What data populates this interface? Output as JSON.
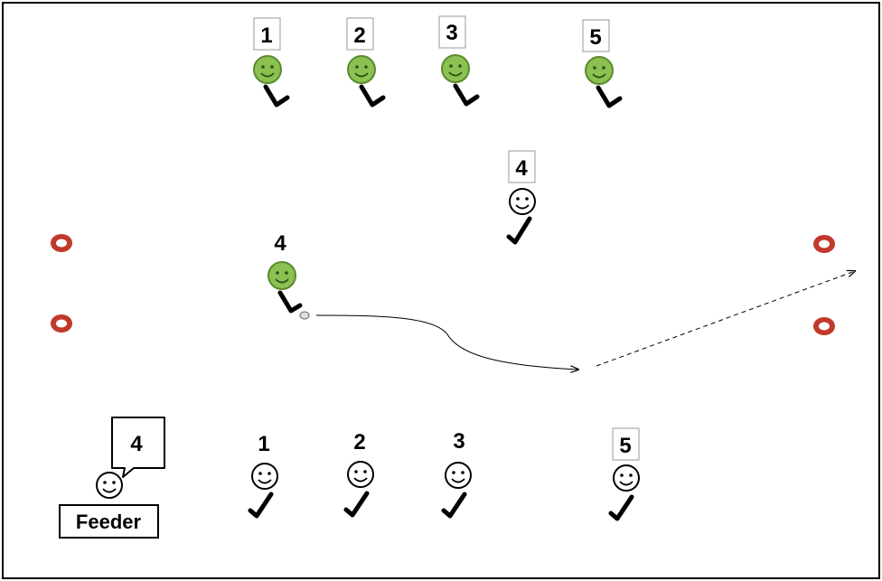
{
  "top_team": {
    "players": [
      {
        "number": "1",
        "boxed": true
      },
      {
        "number": "2",
        "boxed": true
      },
      {
        "number": "3",
        "boxed": true
      },
      {
        "number": "5",
        "boxed": true
      }
    ],
    "mid_player": {
      "number": "4"
    }
  },
  "bottom_team": {
    "players": [
      {
        "number": "1"
      },
      {
        "number": "2"
      },
      {
        "number": "3"
      },
      {
        "number": "5",
        "boxed": true
      }
    ],
    "mid_player": {
      "number": "4",
      "boxed": true
    }
  },
  "feeder": {
    "label": "Feeder",
    "callout_number": "4"
  },
  "colors": {
    "green_player": "#8cc152",
    "green_outline": "#5a8a2e",
    "cone": "#c0392b",
    "plain_player": "#ffffff"
  },
  "icons": {
    "player": "smiley-face-icon",
    "stick": "hockey-stick-icon",
    "cone": "ring-cone-icon",
    "puck": "puck-icon"
  }
}
